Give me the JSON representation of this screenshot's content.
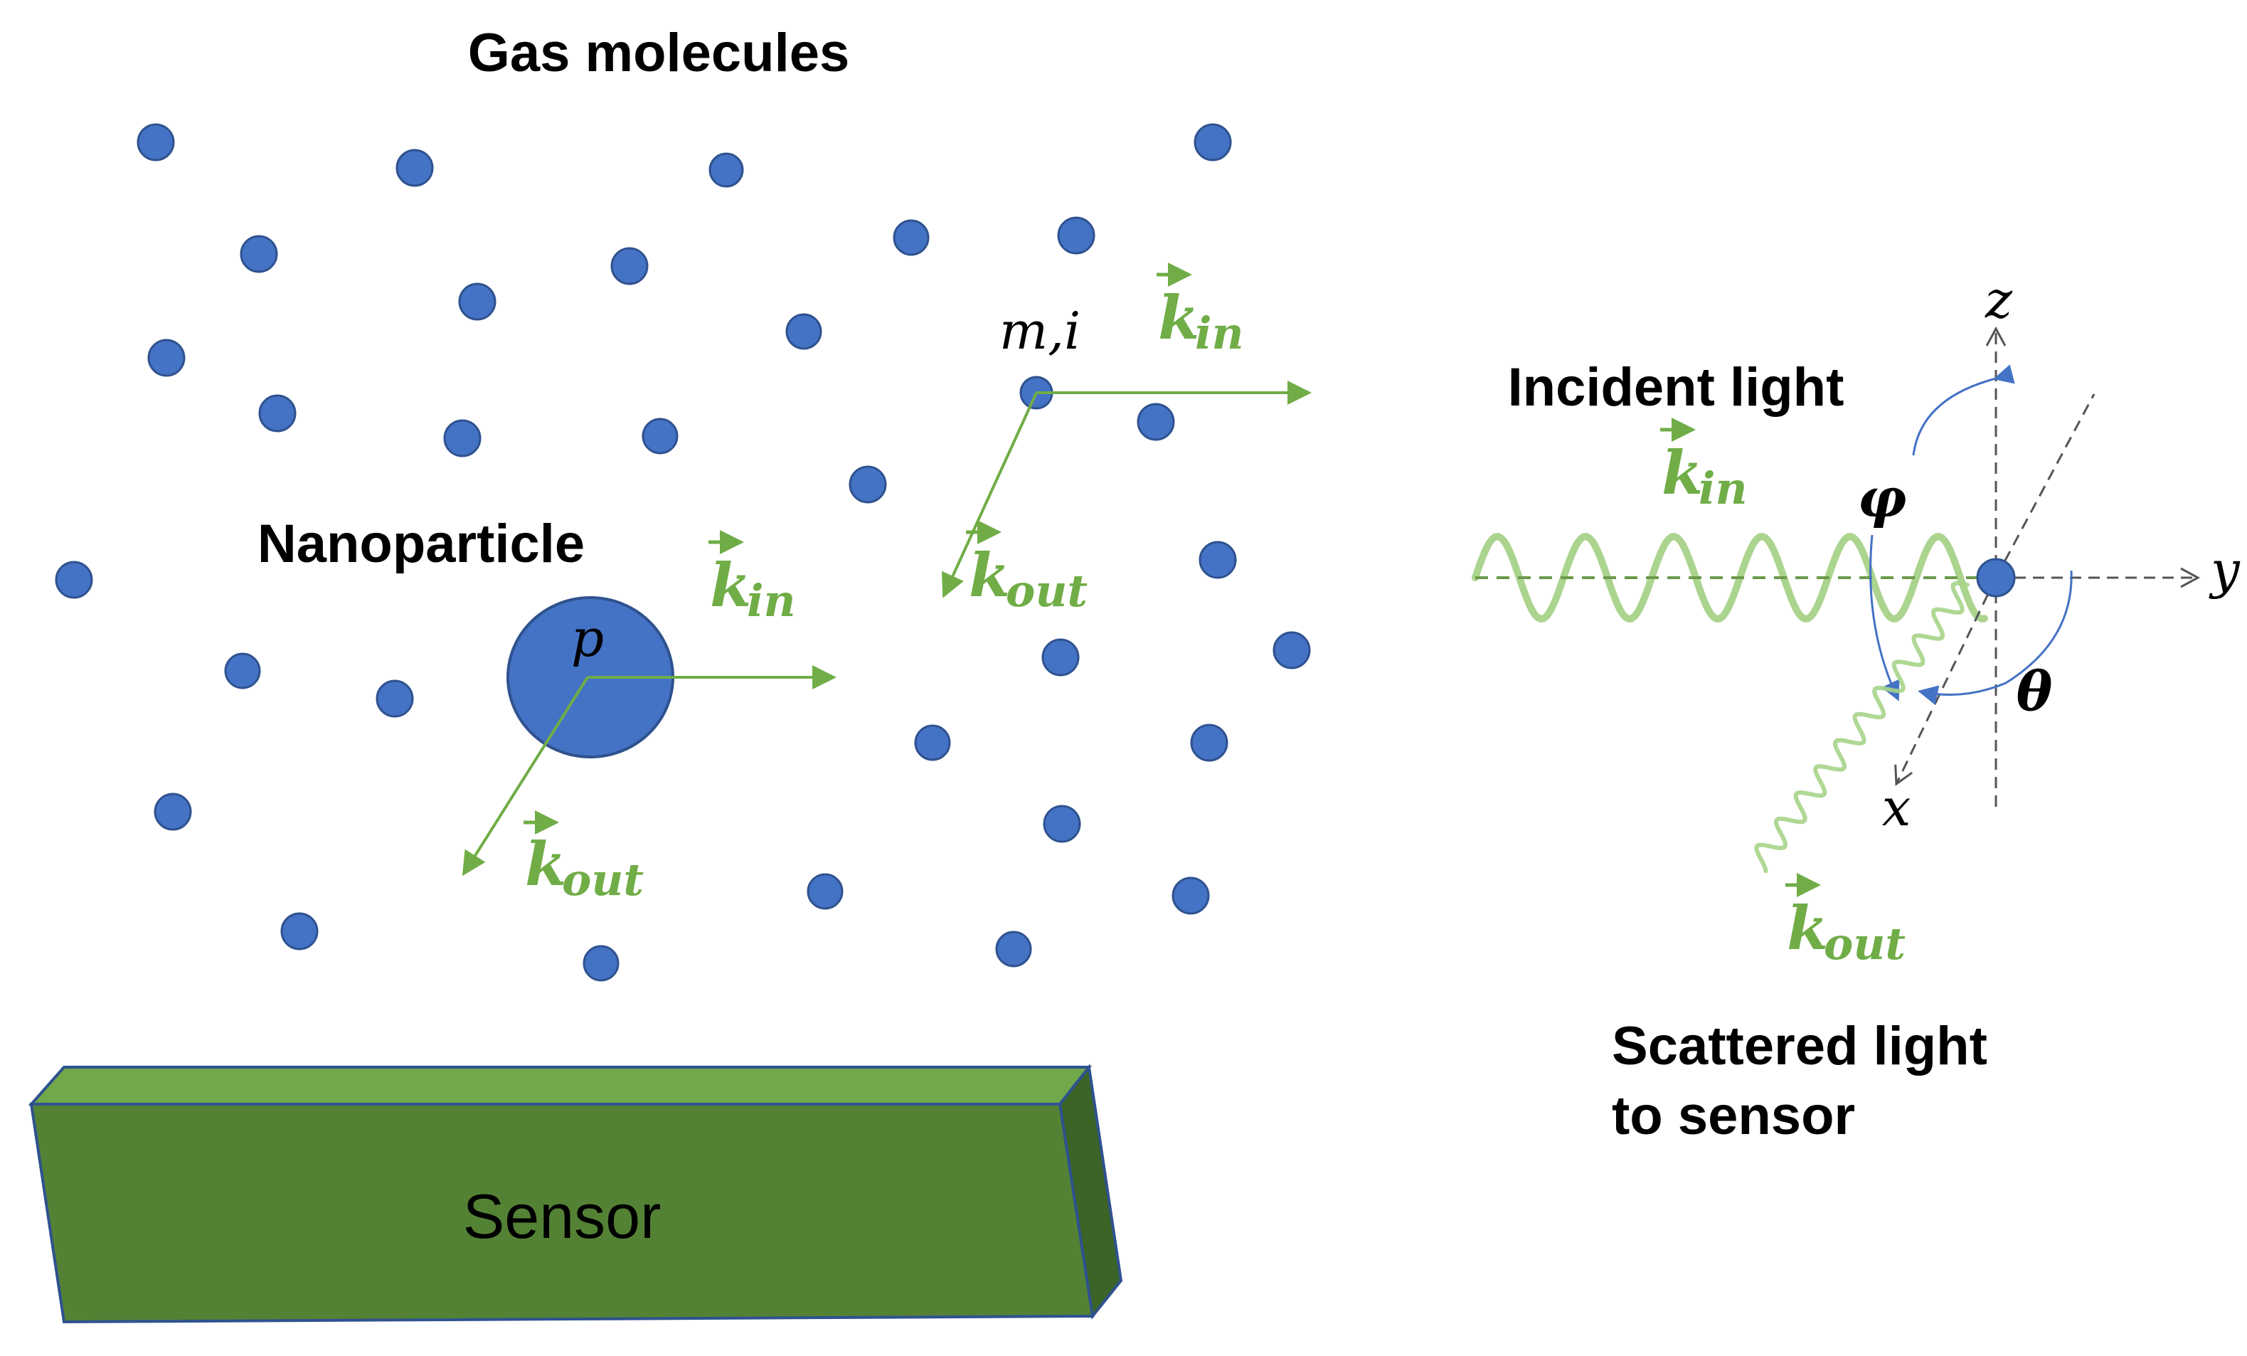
{
  "labels": {
    "gas_molecules": "Gas molecules",
    "nanoparticle": "Nanoparticle",
    "particle_symbol": "p",
    "molecule_symbol": "m,i",
    "incident_light": "Incident light",
    "scattered_light_line1": "Scattered light",
    "scattered_light_line2": "to sensor",
    "sensor": "Sensor"
  },
  "vectors": {
    "k": "k",
    "arrow": "→",
    "in_sub": "in",
    "out_sub": "out"
  },
  "axes": {
    "x": "x",
    "y": "y",
    "z": "z",
    "phi": "φ",
    "theta": "θ"
  },
  "colors": {
    "molecule_fill": "#4472c4",
    "molecule_stroke": "#2f528f",
    "vector_green": "#70ad47",
    "sensor_front": "#548235",
    "sensor_top": "#70a84a",
    "sensor_side": "#3b6426",
    "sensor_edge": "#2f528f",
    "axis_gray": "#555555",
    "angle_blue": "#4472c4"
  }
}
